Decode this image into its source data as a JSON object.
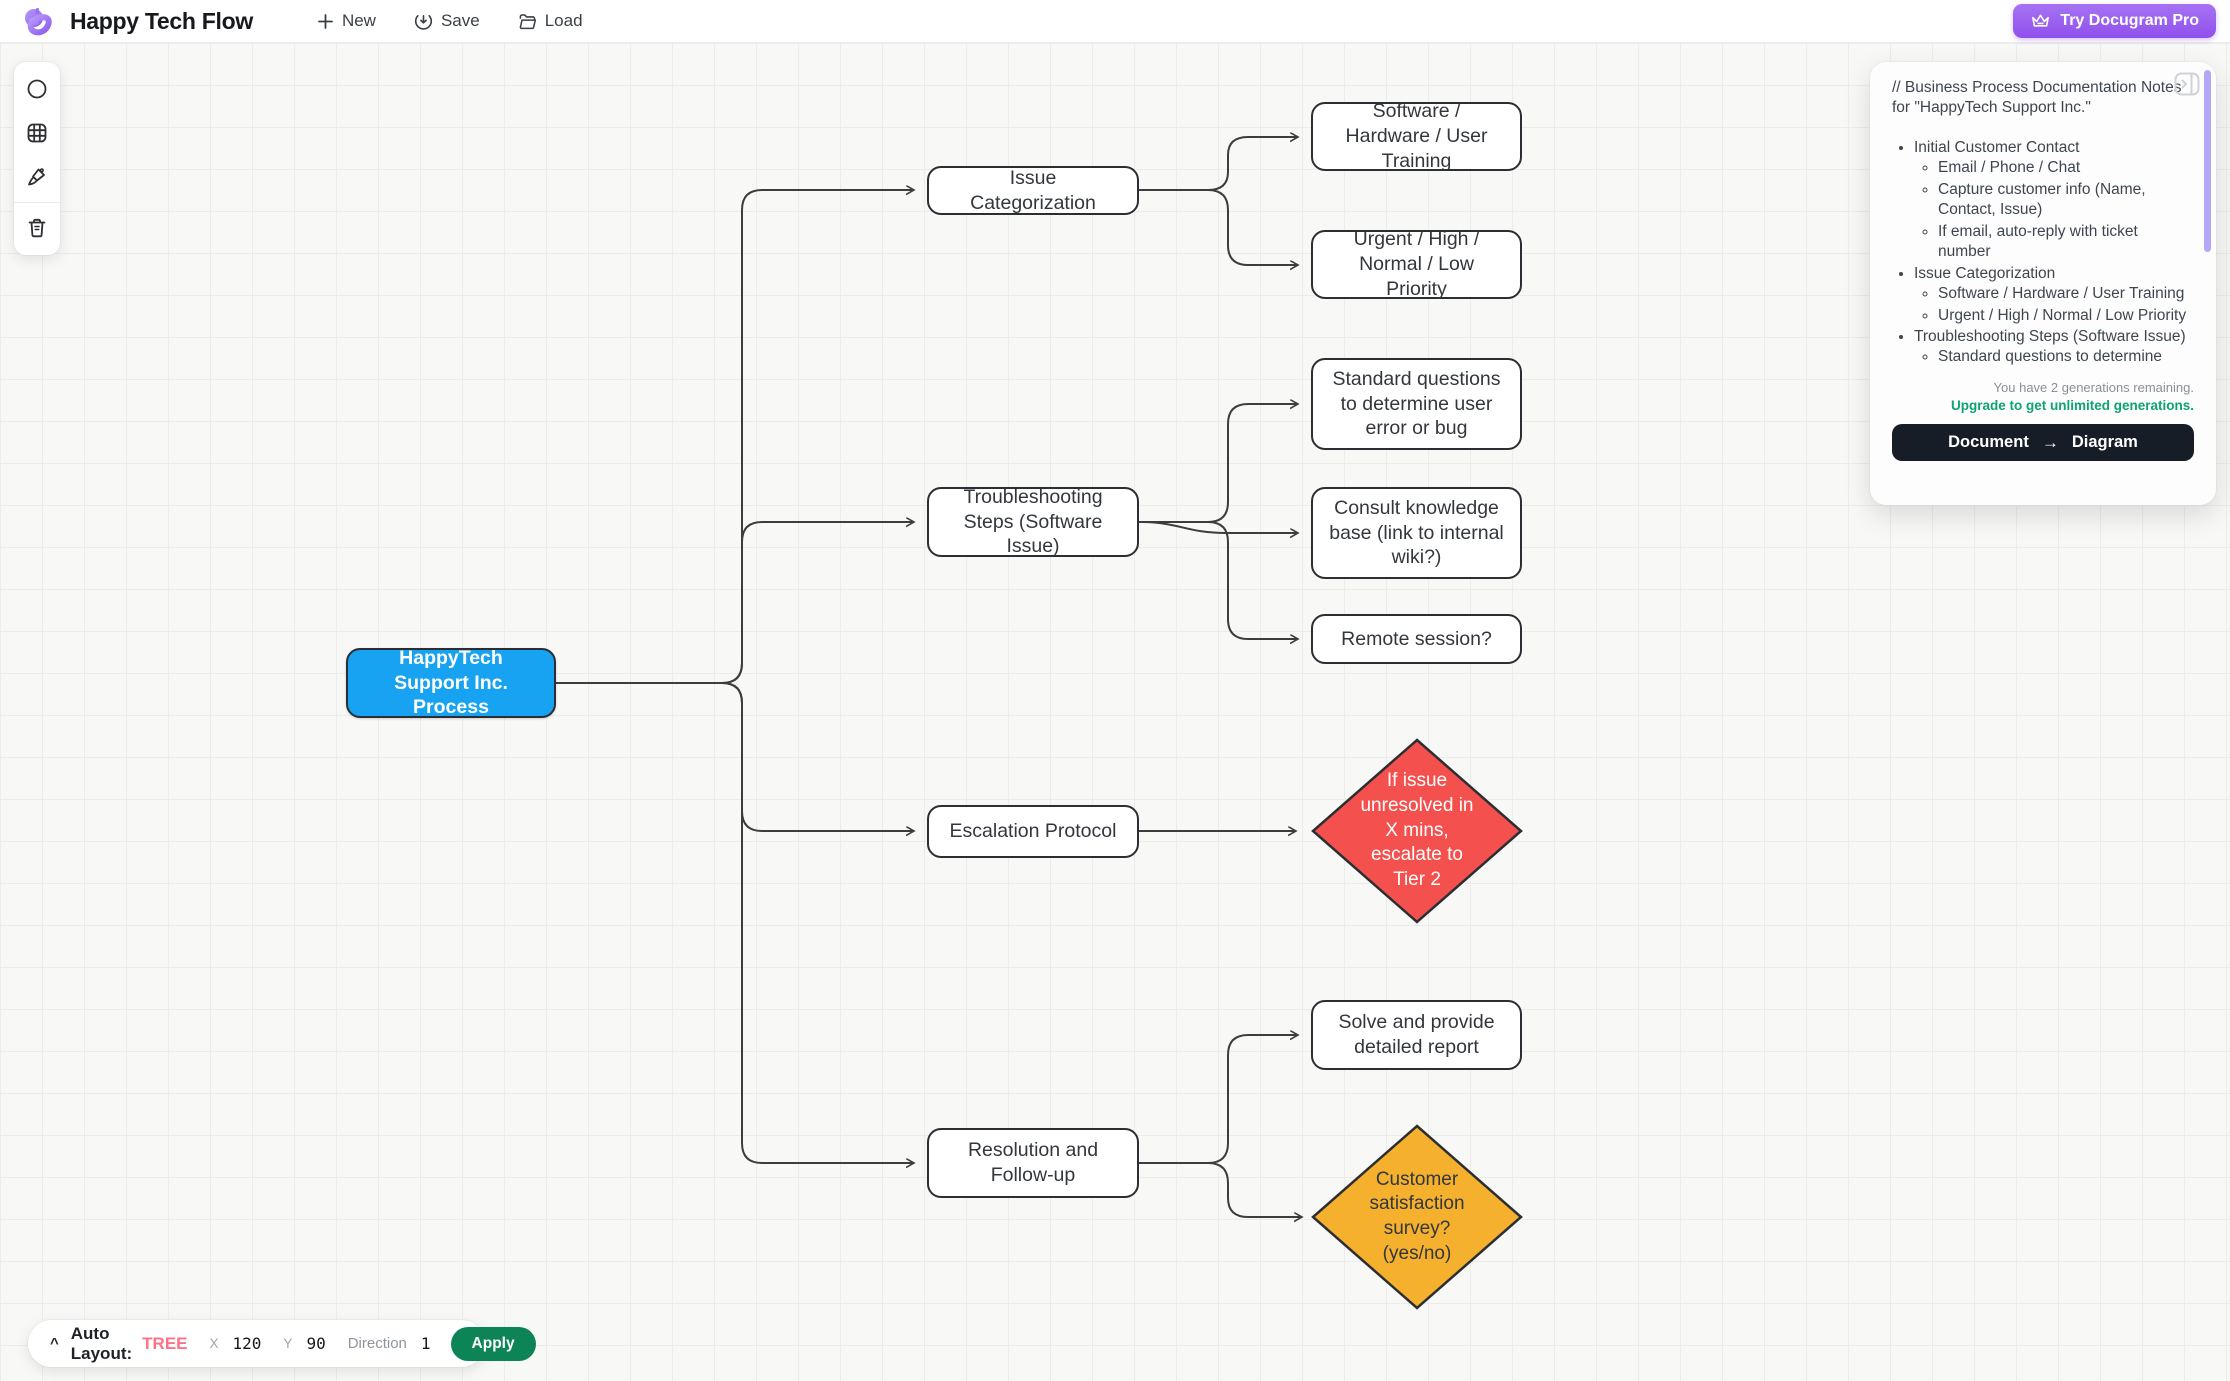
{
  "header": {
    "title": "Happy Tech Flow",
    "menu": {
      "new": "New",
      "save": "Save",
      "load": "Load"
    },
    "pro_button": "Try Docugram Pro"
  },
  "colors": {
    "root_node": "#18a2f2",
    "decision_red": "#f4514e",
    "decision_orange": "#f5b02e",
    "accent_purple": "#9050ec",
    "mode_pink": "#fb7185",
    "apply_green": "#0d8456",
    "upgrade_teal": "#0ea371",
    "edge": "#3d3d3d"
  },
  "canvas": {
    "nodes": [
      {
        "id": "root",
        "shape": "rounded-rect",
        "color": "#18a2f2",
        "label": "HappyTech Support Inc. Process"
      },
      {
        "id": "issue-categorization",
        "shape": "rounded-rect",
        "color": "#ffffff",
        "label": "Issue Categorization"
      },
      {
        "id": "troubleshooting-steps",
        "shape": "rounded-rect",
        "color": "#ffffff",
        "label": "Troubleshooting Steps (Software Issue)"
      },
      {
        "id": "escalation-protocol",
        "shape": "rounded-rect",
        "color": "#ffffff",
        "label": "Escalation Protocol"
      },
      {
        "id": "resolution-follow-up",
        "shape": "rounded-rect",
        "color": "#ffffff",
        "label": "Resolution and Follow-up"
      },
      {
        "id": "software-hardware-training",
        "shape": "rounded-rect",
        "color": "#ffffff",
        "label": "Software / Hardware / User Training"
      },
      {
        "id": "priority-levels",
        "shape": "rounded-rect",
        "color": "#ffffff",
        "label": "Urgent / High / Normal / Low Priority"
      },
      {
        "id": "standard-questions",
        "shape": "rounded-rect",
        "color": "#ffffff",
        "label": "Standard questions to determine user error or bug"
      },
      {
        "id": "consult-knowledge-base",
        "shape": "rounded-rect",
        "color": "#ffffff",
        "label": "Consult knowledge base (link to internal wiki?)"
      },
      {
        "id": "remote-session",
        "shape": "rounded-rect",
        "color": "#ffffff",
        "label": "Remote session?"
      },
      {
        "id": "escalate-tier2-decision",
        "shape": "diamond",
        "color": "#f4514e",
        "label": "If issue unresolved in X mins, escalate to Tier 2"
      },
      {
        "id": "solve-report",
        "shape": "rounded-rect",
        "color": "#ffffff",
        "label": "Solve and provide detailed report"
      },
      {
        "id": "satisfaction-survey-decision",
        "shape": "diamond",
        "color": "#f5b02e",
        "label": "Customer satisfaction survey? (yes/no)"
      }
    ]
  },
  "panel": {
    "doc_title": "// Business Process Documentation Notes for \"HappyTech Support Inc.\"",
    "bullets": [
      {
        "label": "Initial Customer Contact",
        "children": [
          "Email / Phone / Chat",
          "Capture customer info (Name, Contact, Issue)",
          "If email, auto-reply with ticket number"
        ]
      },
      {
        "label": "Issue Categorization",
        "children": [
          "Software / Hardware / User Training",
          "Urgent / High / Normal / Low Priority"
        ]
      },
      {
        "label": "Troubleshooting Steps (Software Issue)",
        "children": [
          "Standard questions to determine"
        ]
      }
    ],
    "generations_notice": "You have 2 generations remaining.",
    "upgrade_link": "Upgrade to get unlimited generations.",
    "action_button": {
      "from": "Document",
      "arrow": "→",
      "to": "Diagram"
    }
  },
  "layout_bar": {
    "collapse_glyph": "^",
    "label": "Auto Layout:",
    "mode": "TREE",
    "x_label": "X",
    "x_value": "120",
    "y_label": "Y",
    "y_value": "90",
    "direction_label": "Direction",
    "direction_value": "1",
    "apply_label": "Apply"
  }
}
